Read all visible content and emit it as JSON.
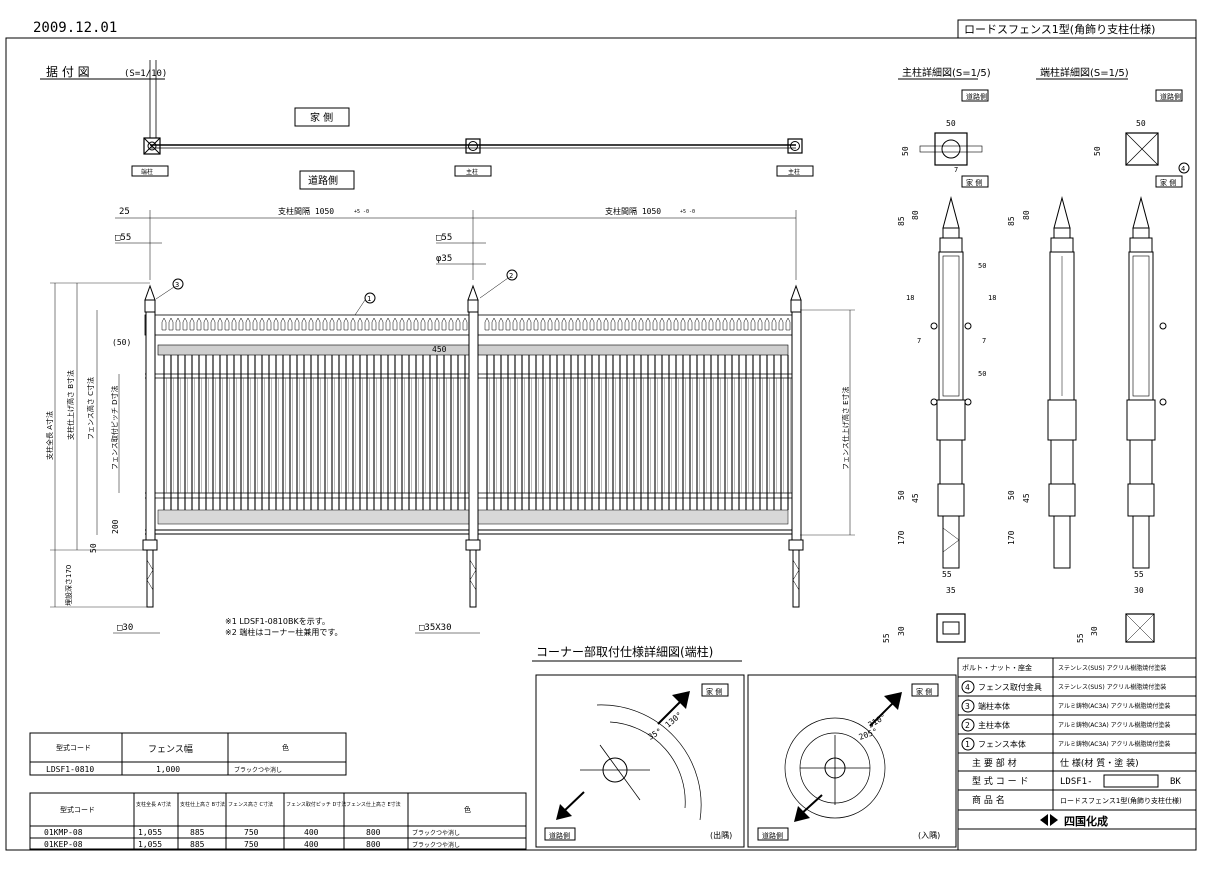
{
  "header": {
    "date": "2009.12.01",
    "product_title": "ロードスフェンス1型(角飾り支柱仕様)"
  },
  "install": {
    "title": "据 付 図",
    "scale": "(S=1/10)",
    "house_side": "家 側",
    "road_side": "道路側",
    "post_end": "端柱",
    "post_main": "主柱",
    "dim_25": "25",
    "dim_span": "支柱間隔 1050",
    "dim_tol": "+5 -0",
    "dim_sq55": "□55",
    "dim_phi35": "φ35",
    "dim_50p": "(50)",
    "dim_450": "450",
    "dim_200": "200",
    "dim_50": "50",
    "dim_sq30": "□30",
    "dim_sq35x30": "□35X30",
    "label_a": "支柱全長 A寸法",
    "label_b": "支柱仕上げ高さ B寸法",
    "label_c": "フェンス高さ C寸法",
    "label_d": "フェンス取付ピッチ D寸法",
    "label_e": "フェンス仕上げ高さ E寸法",
    "label_emb": "埋設深さ170",
    "note1": "※1 LDSF1-0810BKを示す。",
    "note2": "※2 端柱はコーナー柱兼用です。",
    "marks": [
      "1",
      "2",
      "3"
    ]
  },
  "main_detail": {
    "title": "主柱詳細図(S=1/5)",
    "road_side": "道路側",
    "house_side": "家 側",
    "d50": "50",
    "d7": "7",
    "d85": "85",
    "d80": "80",
    "d18": "18",
    "d45": "45",
    "d170": "170",
    "d55": "55",
    "d35": "35",
    "d30": "30"
  },
  "end_detail": {
    "title": "端柱詳細図(S=1/5)",
    "road_side": "道路側",
    "house_side": "家 側",
    "mark4": "4"
  },
  "corner": {
    "title": "コーナー部取付仕様詳細図(端柱)",
    "house_side": "家 側",
    "road_side": "道路側",
    "angle_130": "130°",
    "angle_35": "35°",
    "angle_310": "310°",
    "angle_205": "205°",
    "out_corner": "(出隅)",
    "in_corner": "(入隅)"
  },
  "spec_table": {
    "rows": [
      {
        "part": "ボルト・ナット・座金",
        "spec": "ステンレス(SUS) アクリル樹脂焼付塗装"
      },
      {
        "no": "4",
        "part": "フェンス取付金具",
        "spec": "ステンレス(SUS) アクリル樹脂焼付塗装"
      },
      {
        "no": "3",
        "part": "端柱本体",
        "spec": "アルミ鋳物(AC3A) アクリル樹脂焼付塗装"
      },
      {
        "no": "2",
        "part": "主柱本体",
        "spec": "アルミ鋳物(AC3A) アクリル樹脂焼付塗装"
      },
      {
        "no": "1",
        "part": "フェンス本体",
        "spec": "アルミ鋳物(AC3A) アクリル樹脂焼付塗装"
      }
    ],
    "hdr_part": "主 要 部 材",
    "hdr_spec": "仕 様(材 質・塗 装)",
    "code_label": "型 式 コ ー ド",
    "code_value": "LDSF1-",
    "code_suffix": "BK",
    "name_label": "商 品 名",
    "name_value": "ロードスフェンス1型(角飾り支柱仕様)",
    "maker": "四国化成"
  },
  "fence_table": {
    "headers": [
      "型式コード",
      "フェンス幅",
      "色"
    ],
    "row": [
      "LDSF1-0810",
      "1,000",
      "ブラックつや消し"
    ]
  },
  "post_table": {
    "headers": [
      "型式コード",
      "支柱全長 A寸法",
      "支柱仕上高さ B寸法",
      "フェンス高さ C寸法",
      "フェンス取付ピッチ D寸法",
      "フェンス仕上高さ E寸法",
      "色"
    ],
    "rows": [
      [
        "01KMP-08",
        "1,055",
        "885",
        "750",
        "400",
        "800",
        "ブラックつや消し"
      ],
      [
        "01KEP-08",
        "1,055",
        "885",
        "750",
        "400",
        "800",
        "ブラックつや消し"
      ]
    ]
  }
}
